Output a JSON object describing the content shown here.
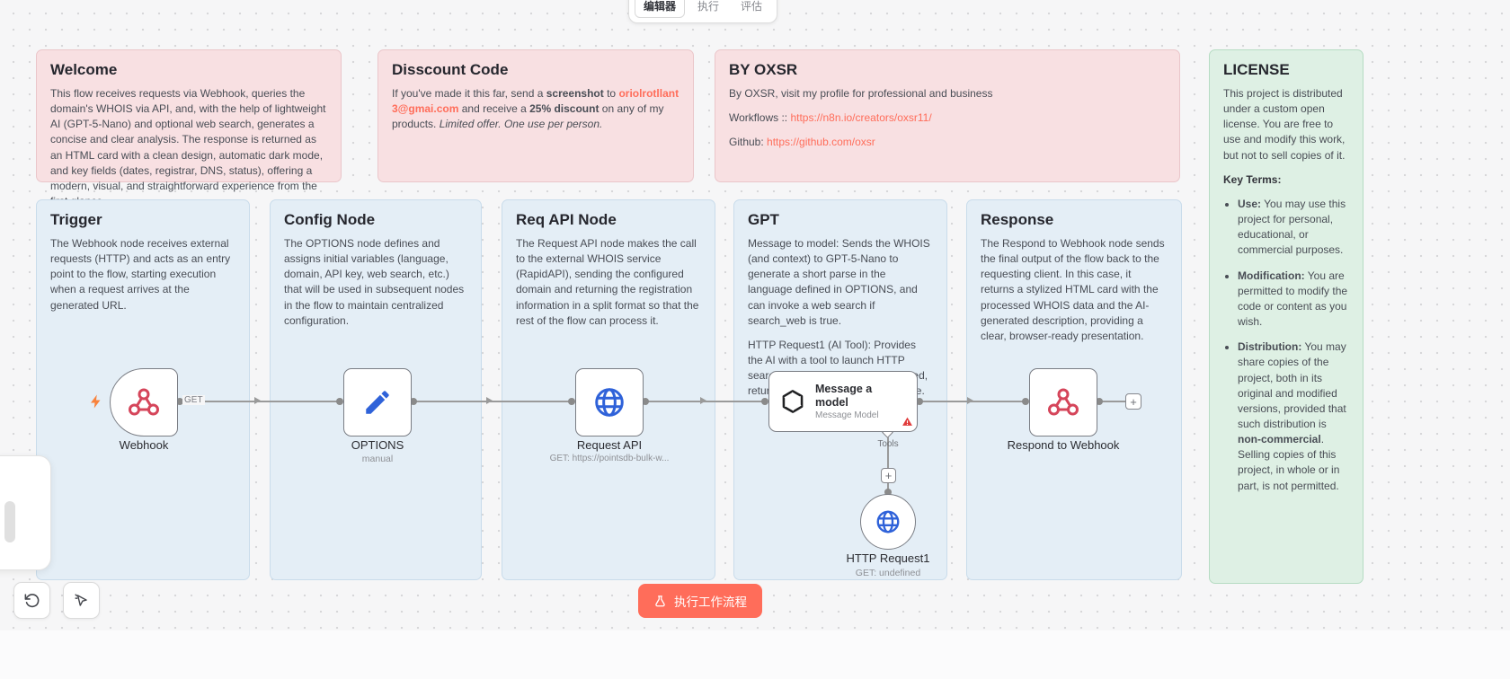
{
  "tabs": {
    "items": [
      {
        "label": "编辑器"
      },
      {
        "label": "执行"
      },
      {
        "label": "评估"
      }
    ]
  },
  "notes": {
    "welcome": {
      "title": "Welcome",
      "body": "This flow receives requests via Webhook, queries the domain's WHOIS via API, and, with the help of lightweight AI (GPT-5-Nano) and optional web search, generates a concise and clear analysis. The response is returned as an HTML card with a clean design, automatic dark mode, and key fields (dates, registrar, DNS, status), offering a modern, visual, and straightforward experience from the first glance."
    },
    "discount": {
      "title": "Disscount Code",
      "seg1": "If you've made it this far, send a ",
      "bold1": "screenshot",
      "seg2": " to ",
      "email": "oriolrotllant3@gmai.com",
      "seg3": " and receive a ",
      "bold2": "25% discount",
      "seg4": " on any of my products. ",
      "italic": "Limited offer. One use per person."
    },
    "by_oxsr": {
      "title": "BY OXSR",
      "line1": "By OXSR, visit my profile for professional and business",
      "workflows_label": "Workflows :: ",
      "workflows_link": "https://n8n.io/creators/oxsr11/",
      "github_label": "Github: ",
      "github_link": "https://github.com/oxsr"
    },
    "license": {
      "title": "LICENSE",
      "intro": "This project is distributed under a custom open license. You are free to use and modify this work, but not to sell copies of it.",
      "key_terms": "Key Terms:",
      "use_label": "Use:",
      "use_text": " You may use this project for personal, educational, or commercial purposes.",
      "mod_label": "Modification:",
      "mod_text": " You are permitted to modify the code or content as you wish.",
      "dist_label": "Distribution:",
      "dist_text1": " You may share copies of the project, both in its original and modified versions, provided that such distribution is ",
      "dist_bold": "non-commercial",
      "dist_text2": ". Selling copies of this project, in whole or in part, is not permitted."
    },
    "trigger": {
      "title": "Trigger",
      "body": "The Webhook node receives external requests (HTTP) and acts as an entry point to the flow, starting execution when a request arrives at the generated URL."
    },
    "config": {
      "title": "Config Node",
      "body": "The OPTIONS node defines and assigns initial variables (language, domain, API key, web search, etc.) that will be used in subsequent nodes in the flow to maintain centralized configuration."
    },
    "req_api": {
      "title": "Req API Node",
      "body": "The Request API node makes the call to the external WHOIS service (RapidAPI), sending the configured domain and returning the registration information in a split format so that the rest of the flow can process it."
    },
    "gpt": {
      "title": "GPT",
      "p1": "Message to model: Sends the WHOIS (and context) to GPT-5-Nano to generate a short parse in the language defined in OPTIONS, and can invoke a web search if search_web is true.",
      "p2": "HTTP Request1 (AI Tool): Provides the AI with a tool to launch HTTP searches (e.g., Bing) when prompted, returning the data to the model node."
    },
    "response": {
      "title": "Response",
      "body": "The Respond to Webhook node sends the final output of the flow back to the requesting client. In this case, it returns a stylized HTML card with the processed WHOIS data and the AI-generated description, providing a clear, browser-ready presentation."
    }
  },
  "nodes": {
    "webhook": {
      "name": "Webhook",
      "output_label": "GET"
    },
    "options": {
      "name": "OPTIONS",
      "sub": "manual"
    },
    "request_api": {
      "name": "Request API",
      "sub": "GET: https://pointsdb-bulk-w..."
    },
    "model": {
      "title": "Message a model",
      "sub": "Message Model",
      "tools_label": "Tools"
    },
    "http_tool": {
      "name": "HTTP Request1",
      "sub": "GET: undefined"
    },
    "respond": {
      "name": "Respond to Webhook"
    }
  },
  "buttons": {
    "execute": "执行工作流程"
  },
  "glyphs": {
    "plus": "+"
  },
  "colors": {
    "accent": "#ff6d5a",
    "note_pink_bg": "#f8e0e2",
    "note_blue_bg": "#e4eef6",
    "note_green_bg": "#def0e4",
    "icon_blue": "#2f62d9",
    "icon_red": "#d5455a",
    "warning_red": "#e03b3b"
  }
}
